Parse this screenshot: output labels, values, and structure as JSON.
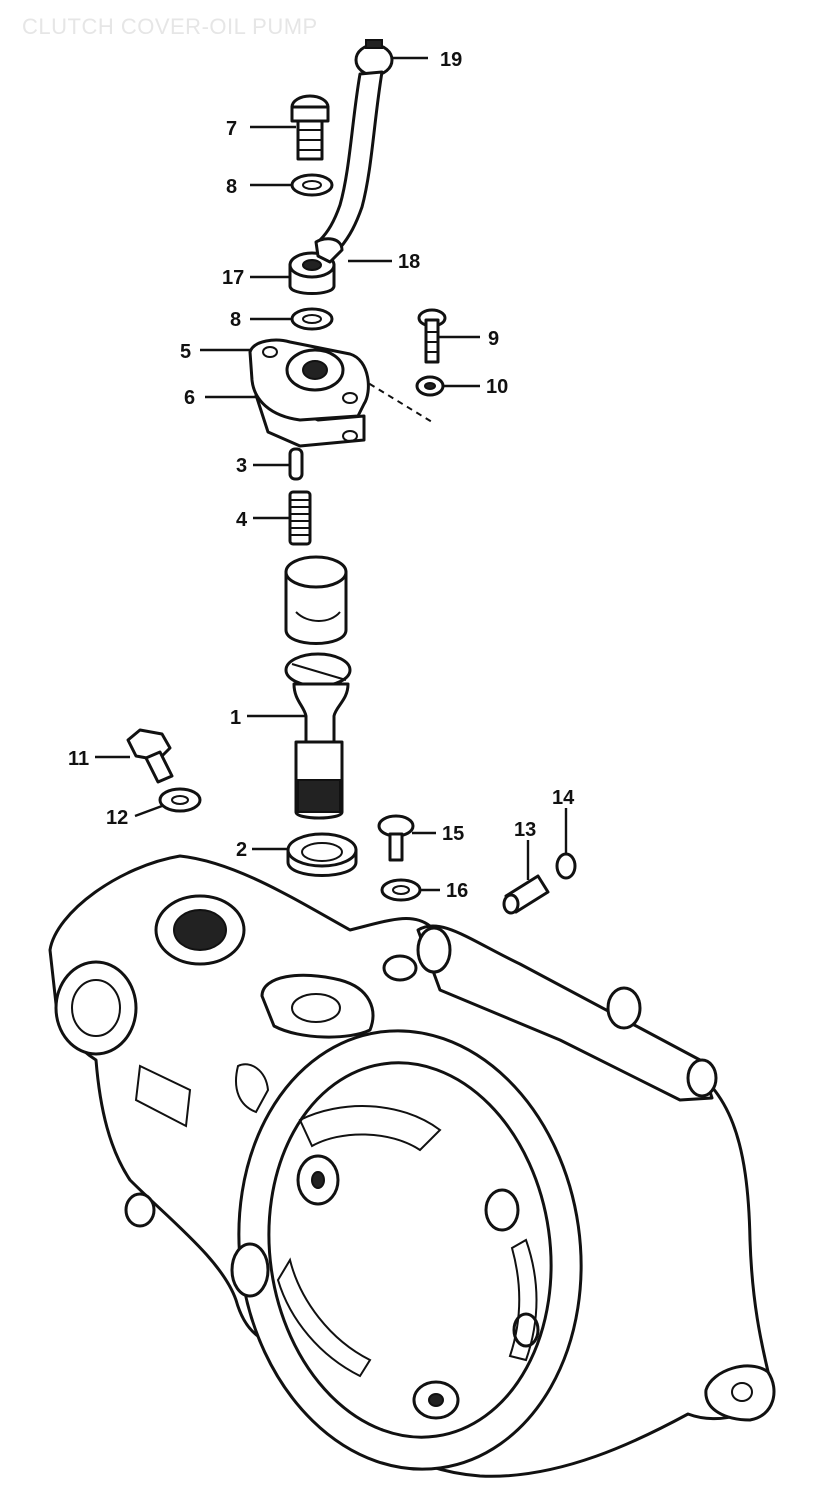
{
  "title": "CLUTCH COVER-OIL PUMP",
  "callouts": [
    {
      "id": "c19",
      "label": "19"
    },
    {
      "id": "c7",
      "label": "7"
    },
    {
      "id": "c8a",
      "label": "8"
    },
    {
      "id": "c18",
      "label": "18"
    },
    {
      "id": "c17",
      "label": "17"
    },
    {
      "id": "c8b",
      "label": "8"
    },
    {
      "id": "c9",
      "label": "9"
    },
    {
      "id": "c5",
      "label": "5"
    },
    {
      "id": "c10",
      "label": "10"
    },
    {
      "id": "c6",
      "label": "6"
    },
    {
      "id": "c3",
      "label": "3"
    },
    {
      "id": "c4",
      "label": "4"
    },
    {
      "id": "c1",
      "label": "1"
    },
    {
      "id": "c11",
      "label": "11"
    },
    {
      "id": "c12",
      "label": "12"
    },
    {
      "id": "c14",
      "label": "14"
    },
    {
      "id": "c13",
      "label": "13"
    },
    {
      "id": "c15",
      "label": "15"
    },
    {
      "id": "c2",
      "label": "2"
    },
    {
      "id": "c16",
      "label": "16"
    }
  ]
}
